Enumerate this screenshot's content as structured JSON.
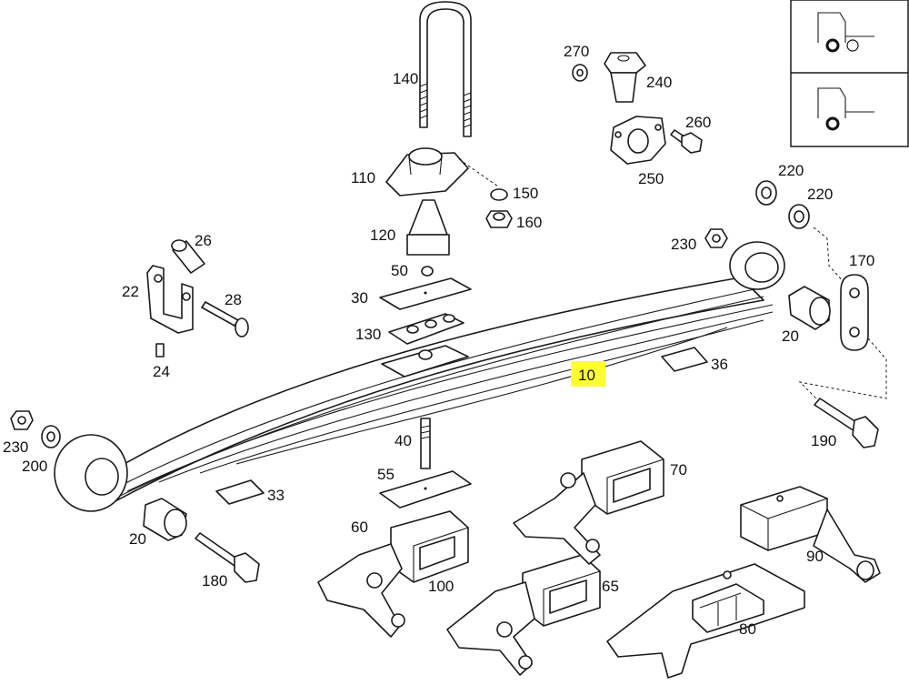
{
  "callouts": {
    "c10": "10",
    "c20a": "20",
    "c20b": "20",
    "c22": "22",
    "c24": "24",
    "c26": "26",
    "c28": "28",
    "c30": "30",
    "c33": "33",
    "c36": "36",
    "c40": "40",
    "c50": "50",
    "c55": "55",
    "c60": "60",
    "c65": "65",
    "c70": "70",
    "c80": "80",
    "c90": "90",
    "c100": "100",
    "c110": "110",
    "c120": "120",
    "c130": "130",
    "c140": "140",
    "c150": "150",
    "c160": "160",
    "c170": "170",
    "c180": "180",
    "c190": "190",
    "c200": "200",
    "c220a": "220",
    "c220b": "220",
    "c230a": "230",
    "c230b": "230",
    "c240": "240",
    "c250": "250",
    "c260": "260",
    "c270": "270"
  },
  "highlight_color": "#ffff33",
  "inset_icons": [
    "truck-front-axle-icon",
    "truck-rear-axle-icon"
  ]
}
